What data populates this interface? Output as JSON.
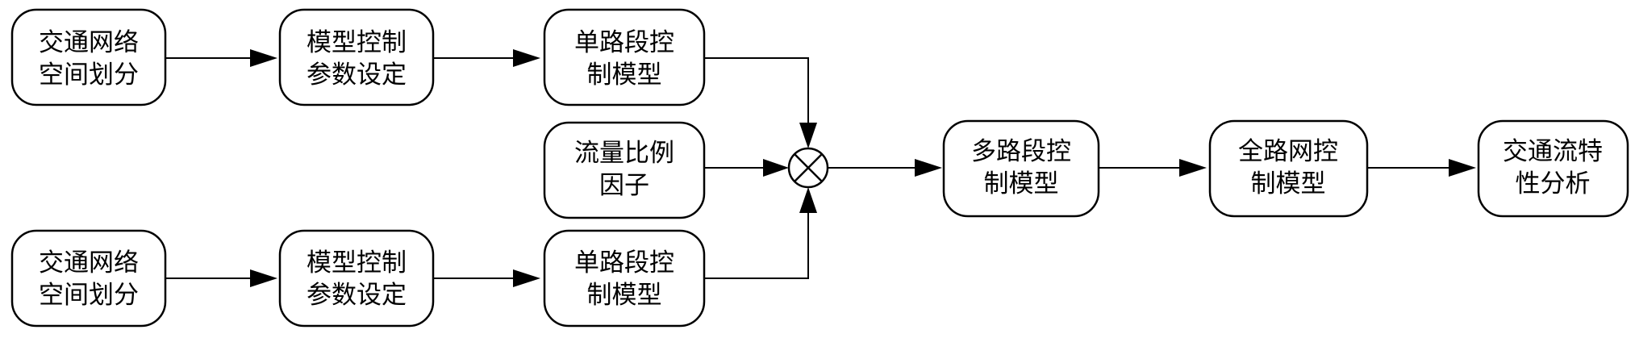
{
  "diagram": {
    "nodes": {
      "top_partition": {
        "line1": "交通网络",
        "line2": "空间划分"
      },
      "top_params": {
        "line1": "模型控制",
        "line2": "参数设定"
      },
      "top_single": {
        "line1": "单路段控",
        "line2": "制模型"
      },
      "flow_factor": {
        "line1": "流量比例",
        "line2": "因子"
      },
      "bottom_partition": {
        "line1": "交通网络",
        "line2": "空间划分"
      },
      "bottom_params": {
        "line1": "模型控制",
        "line2": "参数设定"
      },
      "bottom_single": {
        "line1": "单路段控",
        "line2": "制模型"
      },
      "multi_segment": {
        "line1": "多路段控",
        "line2": "制模型"
      },
      "full_network": {
        "line1": "全路网控",
        "line2": "制模型"
      },
      "traffic_analysis": {
        "line1": "交通流特",
        "line2": "性分析"
      }
    },
    "junction_symbol": "circle-times-icon",
    "colors": {
      "stroke": "#000000",
      "fill": "#ffffff"
    }
  }
}
